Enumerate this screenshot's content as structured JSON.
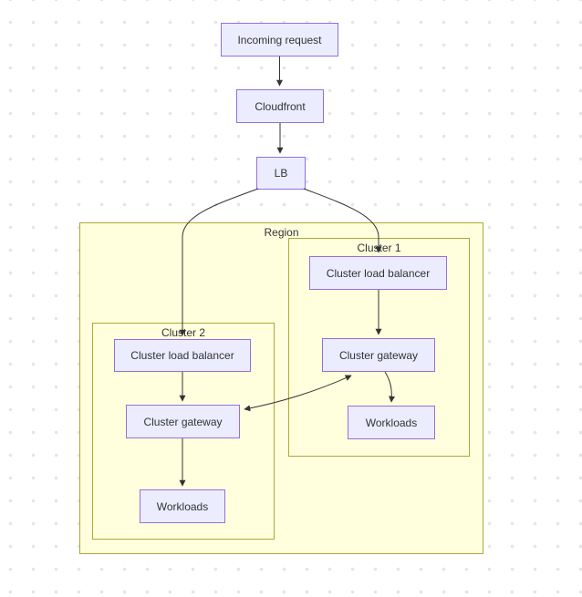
{
  "diagram": {
    "nodes": [
      {
        "id": "incoming-request",
        "label": "Incoming request"
      },
      {
        "id": "cloudfront",
        "label": "Cloudfront"
      },
      {
        "id": "lb",
        "label": "LB"
      },
      {
        "id": "cluster1-load-balancer",
        "label": "Cluster load balancer"
      },
      {
        "id": "cluster1-gateway",
        "label": "Cluster gateway"
      },
      {
        "id": "cluster1-workloads",
        "label": "Workloads"
      },
      {
        "id": "cluster2-load-balancer",
        "label": "Cluster load balancer"
      },
      {
        "id": "cluster2-gateway",
        "label": "Cluster gateway"
      },
      {
        "id": "cluster2-workloads",
        "label": "Workloads"
      }
    ],
    "groups": [
      {
        "id": "region",
        "label": "Region"
      },
      {
        "id": "cluster1",
        "label": "Cluster 1"
      },
      {
        "id": "cluster2",
        "label": "Cluster 2"
      }
    ],
    "edges": [
      {
        "from": "Incoming request",
        "to": "Cloudfront",
        "type": "arrow"
      },
      {
        "from": "Cloudfront",
        "to": "LB",
        "type": "arrow"
      },
      {
        "from": "LB",
        "to": "Cluster 1 / Cluster load balancer",
        "type": "arrow"
      },
      {
        "from": "LB",
        "to": "Cluster 2 / Cluster load balancer",
        "type": "arrow"
      },
      {
        "from": "Cluster 1 / Cluster load balancer",
        "to": "Cluster 1 / Cluster gateway",
        "type": "arrow"
      },
      {
        "from": "Cluster 1 / Cluster gateway",
        "to": "Cluster 1 / Workloads",
        "type": "arrow"
      },
      {
        "from": "Cluster 1 / Cluster gateway",
        "to": "Cluster 2 / Cluster gateway",
        "type": "bidirectional"
      },
      {
        "from": "Cluster 2 / Cluster load balancer",
        "to": "Cluster 2 / Cluster gateway",
        "type": "arrow"
      },
      {
        "from": "Cluster 2 / Cluster gateway",
        "to": "Cluster 2 / Workloads",
        "type": "arrow"
      }
    ],
    "colors": {
      "node_fill": "#ececff",
      "node_border": "#9370db",
      "group_fill": "#ffffde",
      "group_border": "#aaaa33",
      "edge": "#333333",
      "text": "#333333",
      "background_dot": "#e5e5e5",
      "background": "#ffffff"
    }
  }
}
